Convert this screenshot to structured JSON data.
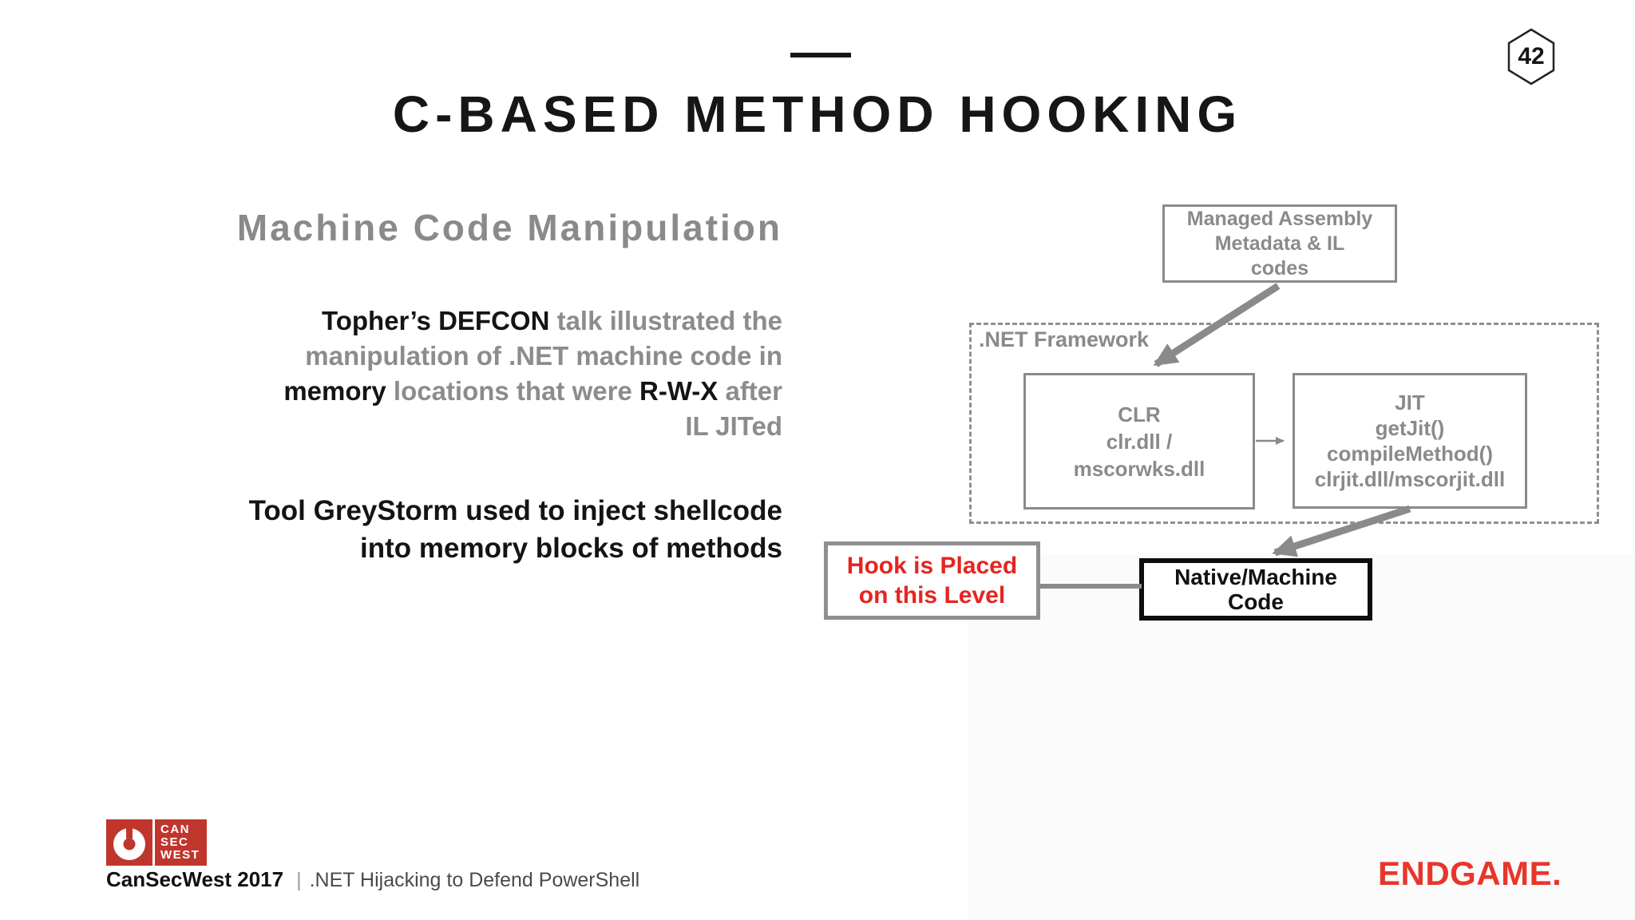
{
  "slide": {
    "page_number": "42",
    "title": "C-BASED METHOD HOOKING"
  },
  "left_column": {
    "heading": "Machine Code Manipulation",
    "paragraph1": [
      {
        "text": "Topher’s DEFCON",
        "em": true
      },
      {
        "text": " talk illustrated the\nmanipulation of .NET machine code in\n",
        "em": false
      },
      {
        "text": "memory",
        "em": true
      },
      {
        "text": " locations that were ",
        "em": false
      },
      {
        "text": "R-W-X",
        "em": true
      },
      {
        "text": " after\nIL JITed",
        "em": false
      }
    ],
    "paragraph2": "Tool GreyStorm used to inject shellcode\ninto memory blocks of methods"
  },
  "diagram": {
    "managed_box": "Managed Assembly\nMetadata & IL\ncodes",
    "framework_label": ".NET Framework",
    "clr_box": "CLR\nclr.dll /\nmscorwks.dll",
    "jit_box": "JIT\ngetJit()\ncompileMethod()\nclrjit.dll/mscorjit.dll",
    "hook_box": "Hook is Placed\non this Level",
    "native_box": "Native/Machine\nCode"
  },
  "footer": {
    "logo_lines": [
      "CAN",
      "SEC",
      "WEST"
    ],
    "conference": "CanSecWest 2017",
    "separator": "|",
    "talk_title": ".NET Hijacking to Defend PowerShell",
    "brand": "ENDGAME."
  },
  "colors": {
    "accent_gray": "#8a8a8a",
    "hook_red": "#e62420",
    "logo_red": "#c0362c",
    "brand_red": "#e8362b",
    "ink": "#161616"
  }
}
